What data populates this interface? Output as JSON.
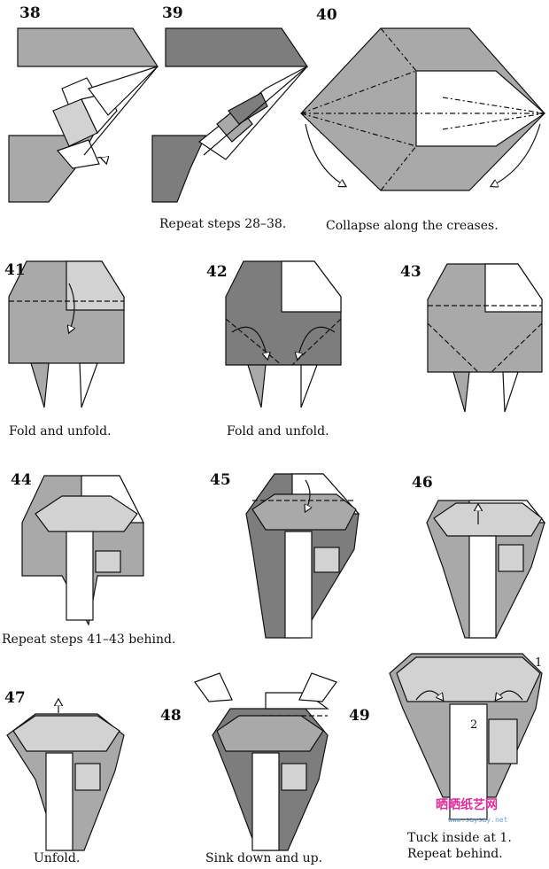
{
  "steps": {
    "s38": "38",
    "s39": "39",
    "s40": "40",
    "s41": "41",
    "s42": "42",
    "s43": "43",
    "s44": "44",
    "s45": "45",
    "s46": "46",
    "s47": "47",
    "s48": "48",
    "s49": "49"
  },
  "captions": {
    "c39": "Repeat steps 28–38.",
    "c40": "Collapse along the creases.",
    "c41": "Fold and unfold.",
    "c42": "Fold and unfold.",
    "c44": "Repeat steps 41–43 behind.",
    "c47": "Unfold.",
    "c48": "Sink down and up.",
    "c49a": "Tuck inside at 1.",
    "c49b": "Repeat behind."
  },
  "markers": {
    "m1": "1",
    "m2": "2"
  },
  "watermark": {
    "cn": "晒晒纸艺网",
    "url": "www.saysay.net"
  },
  "colors": {
    "paper_gray": "#a9a9a9",
    "paper_dark": "#7d7d7d",
    "paper_light": "#d2d2d2",
    "white": "#ffffff",
    "ink": "#111111",
    "watermark": "#e02a9a"
  }
}
